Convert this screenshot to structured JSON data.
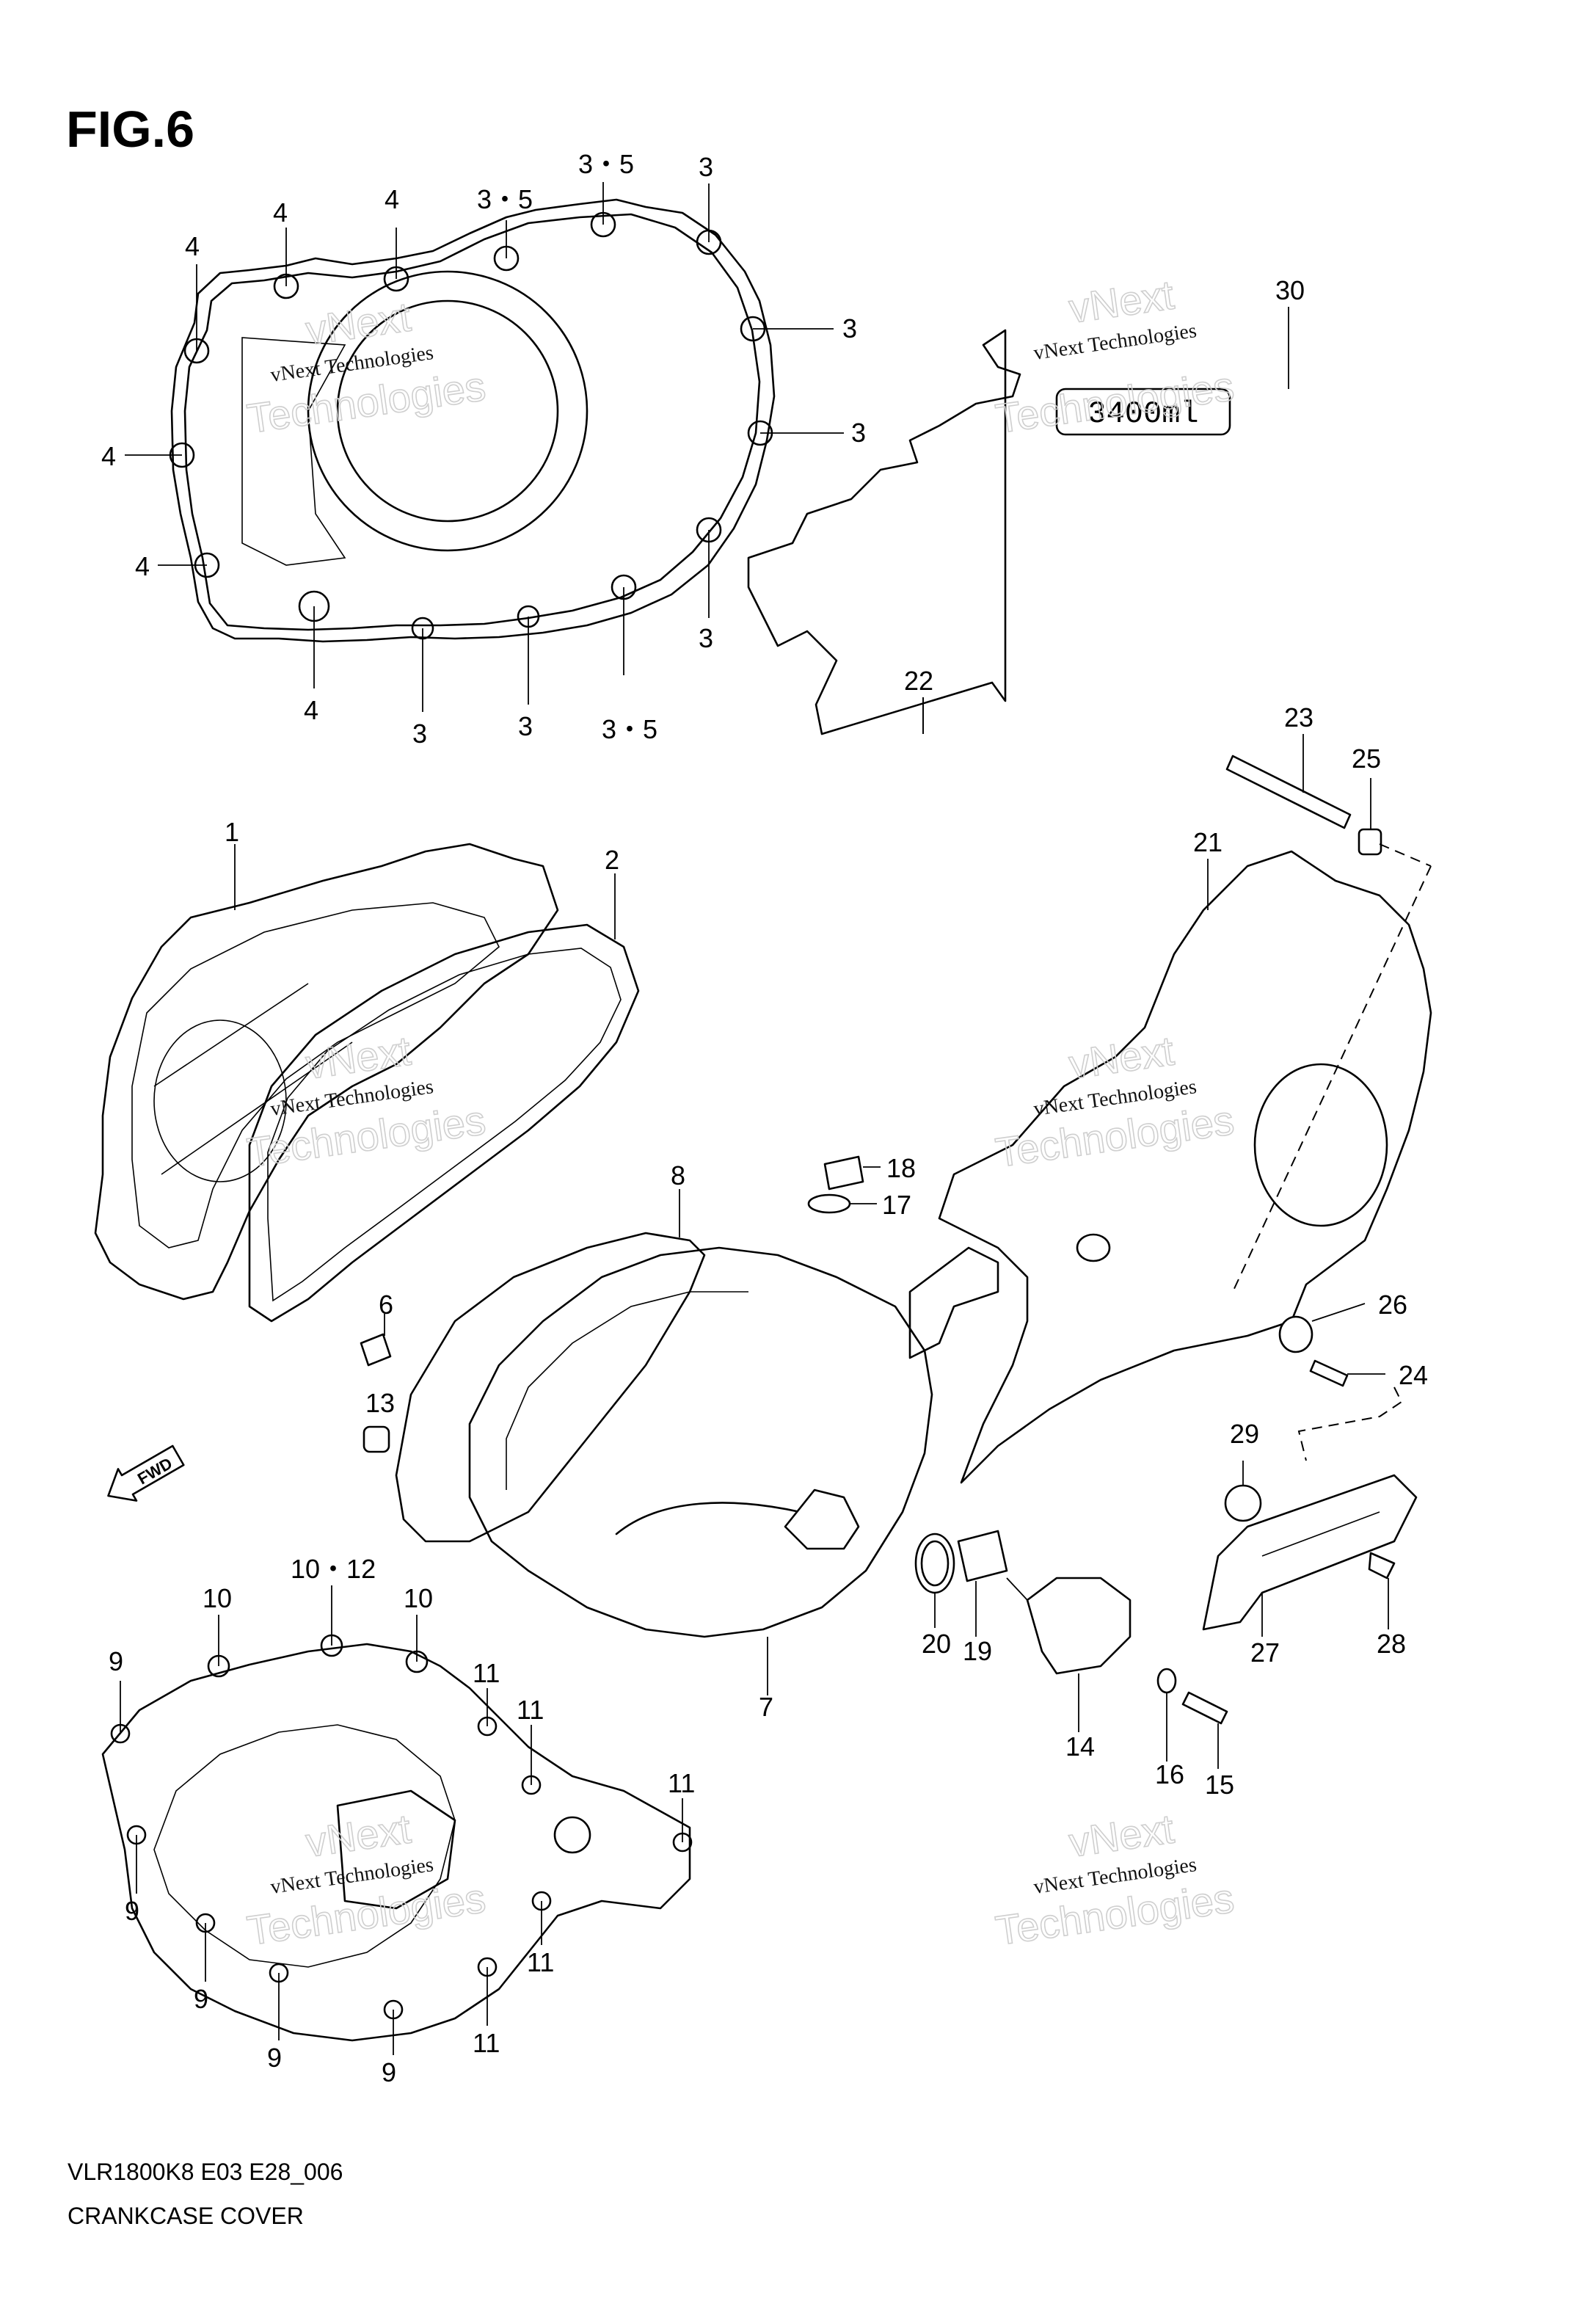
{
  "figure": {
    "title": "FIG.6"
  },
  "footer": {
    "model_code": "VLR1800K8 E03 E28_006",
    "caption": "CRANKCASE COVER"
  },
  "fwd_arrow": {
    "label": "FWD"
  },
  "quantity_badge": {
    "text": "3400ml"
  },
  "watermark": {
    "line_small": "vNext Technologies",
    "line_big_1": "vNext",
    "line_big_2": "Technologies"
  },
  "part_labels": {
    "p1": "1",
    "p2": "2",
    "p3a": "3",
    "p3b": "3",
    "p3c": "3",
    "p3d": "3",
    "p3e": "3",
    "p3f": "3",
    "p35a": "3・5",
    "p35b": "3・5",
    "p35c": "3・5",
    "p4a": "4",
    "p4b": "4",
    "p4c": "4",
    "p4d": "4",
    "p4e": "4",
    "p4f": "4",
    "p6": "6",
    "p7": "7",
    "p8": "8",
    "p9a": "9",
    "p9b": "9",
    "p9c": "9",
    "p9d": "9",
    "p9e": "9",
    "p10a": "10",
    "p10b": "10",
    "p1012": "10・12",
    "p11a": "11",
    "p11b": "11",
    "p11c": "11",
    "p11d": "11",
    "p11e": "11",
    "p13": "13",
    "p14": "14",
    "p15": "15",
    "p16": "16",
    "p17": "17",
    "p18": "18",
    "p19": "19",
    "p20": "20",
    "p21": "21",
    "p22": "22",
    "p23": "23",
    "p24": "24",
    "p25": "25",
    "p26": "26",
    "p27": "27",
    "p28": "28",
    "p29": "29",
    "p30": "30"
  }
}
